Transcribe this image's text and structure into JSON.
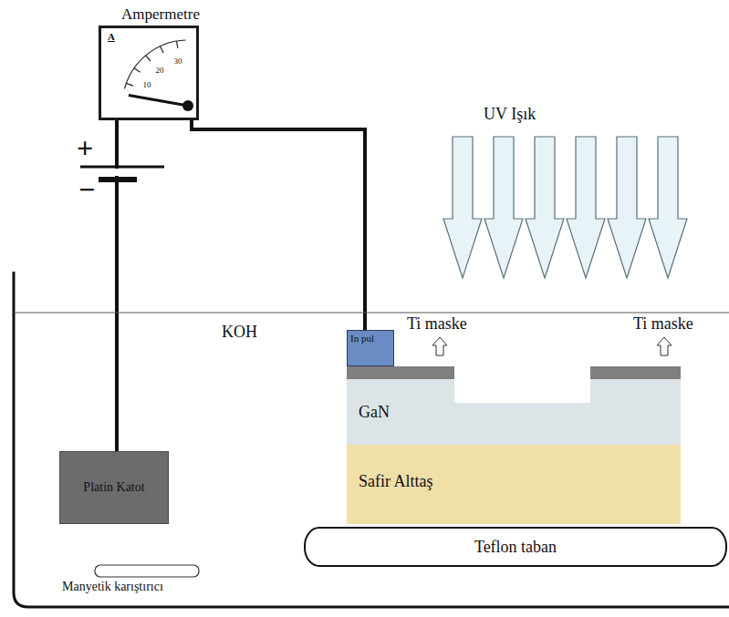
{
  "diagram": {
    "nodes": [
      {
        "text": [
          "Ampermetre"
        ]
      },
      {
        "text": [
          "In pul"
        ]
      },
      {
        "text": [
          "GaN"
        ]
      },
      {
        "text": [
          "Platin Katot"
        ]
      },
      {
        "text": [
          "Safir Alttaş"
        ]
      },
      {
        "text": [
          "Teflon taban"
        ]
      }
    ],
    "edges": [
      {
        "from": 0,
        "to": 1,
        "arrow": "none"
      },
      {
        "from": 0,
        "to": 3,
        "arrow": "none"
      }
    ],
    "labels": [
      "A",
      "10",
      "20",
      "30",
      "+",
      "−",
      "UV Işık",
      "KOH",
      "Ti maske",
      "Ti maske",
      "Manyetik karıştırıcı"
    ]
  }
}
